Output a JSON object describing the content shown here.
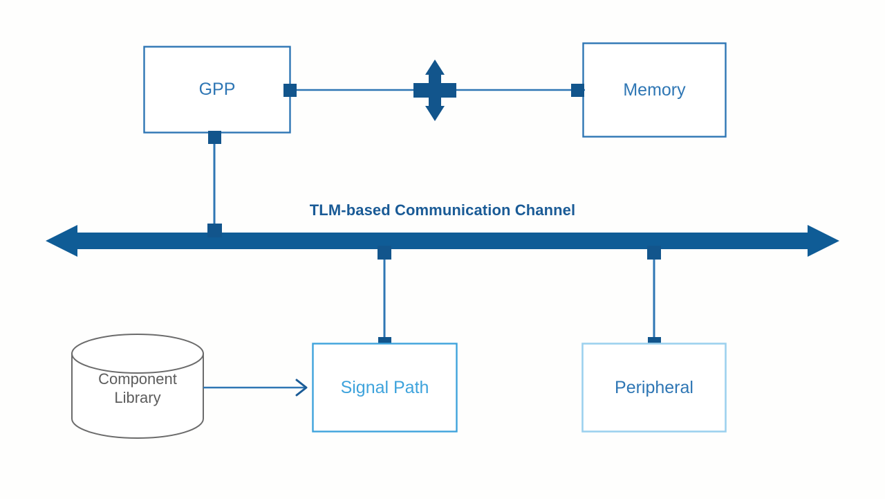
{
  "diagram": {
    "title": "TLM-based Communication Channel",
    "background_color": "#FEFEFD",
    "colors": {
      "bus_blue": "#0F5C96",
      "port_blue": "#12558C",
      "box_blue": "#2E76B4",
      "signal_blue": "#3EA3DC",
      "peripheral_blue": "#9CD1EE",
      "library_gray": "#6B6B6B",
      "label_blue": "#1A5B96"
    },
    "nodes": [
      {
        "id": "gpp",
        "label": "GPP",
        "shape": "rectangle",
        "border_color": "#2E76B4",
        "text_color": "#2E76B4"
      },
      {
        "id": "memory",
        "label": "Memory",
        "shape": "rectangle",
        "border_color": "#2E76B4",
        "text_color": "#2E76B4"
      },
      {
        "id": "signal-path",
        "label": "Signal Path",
        "shape": "rectangle",
        "border_color": "#3EA3DC",
        "text_color": "#3EA3DC"
      },
      {
        "id": "peripheral",
        "label": "Peripheral",
        "shape": "rectangle",
        "border_color": "#9CD1EE",
        "text_color": "#2E76B4"
      },
      {
        "id": "component-library",
        "label_line1": "Component",
        "label_line2": "Library",
        "shape": "cylinder",
        "border_color": "#6B6B6B",
        "text_color": "#5C5C5C"
      }
    ],
    "bus": {
      "label": "TLM-based Communication Channel",
      "color": "#0F5C96",
      "arrow_left": true,
      "arrow_right": true
    },
    "connectors": [
      {
        "id": "gpp-to-memory",
        "from": "gpp",
        "to": "memory",
        "style": "line-with-ports"
      },
      {
        "id": "gpp-to-bus",
        "from": "gpp",
        "to": "bus",
        "style": "line-with-ports"
      },
      {
        "id": "bus-to-signal-path",
        "from": "bus",
        "to": "signal-path",
        "style": "line-with-ports"
      },
      {
        "id": "bus-to-peripheral",
        "from": "bus",
        "to": "peripheral",
        "style": "line-with-ports"
      },
      {
        "id": "library-to-signal-path",
        "from": "component-library",
        "to": "signal-path",
        "style": "arrow"
      }
    ],
    "bidirectional_marker": {
      "id": "bidirectional-cross-arrow",
      "description": "four-way cross arrow on GPP-Memory link",
      "color": "#12558C"
    }
  }
}
